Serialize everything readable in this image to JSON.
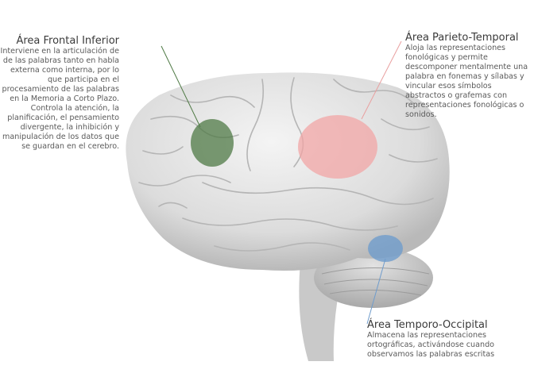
{
  "areas": {
    "frontal": {
      "title": "Área Frontal Inferior",
      "paragraph1": "Interviene en la articulación de de las palabras tanto en habla externa como interna, por lo que participa en el procesamiento de las palabras en la Memoria a Corto Plazo.",
      "paragraph2": "Controla la atención, la planificación, el pensamiento divergente, la inhibición y manipulación de los datos que se guardan en el cerebro.",
      "color": "#4f7a45"
    },
    "parieto_temporal": {
      "title": "Área Parieto-Temporal",
      "description": "Aloja las representaciones fonológicas y permite descomponer mentalmente una palabra en fonemas y sílabas y vincular esos símbolos abstractos o grafemas con representaciones fonológicas o sonidos.",
      "color": "#f2a6a6"
    },
    "temporo_occipital": {
      "title": "Área Temporo-Occipital",
      "description": "Almacena las representaciones ortográficas, activándose cuando observamos las palabras escritas",
      "color": "#6f9ccc"
    }
  }
}
